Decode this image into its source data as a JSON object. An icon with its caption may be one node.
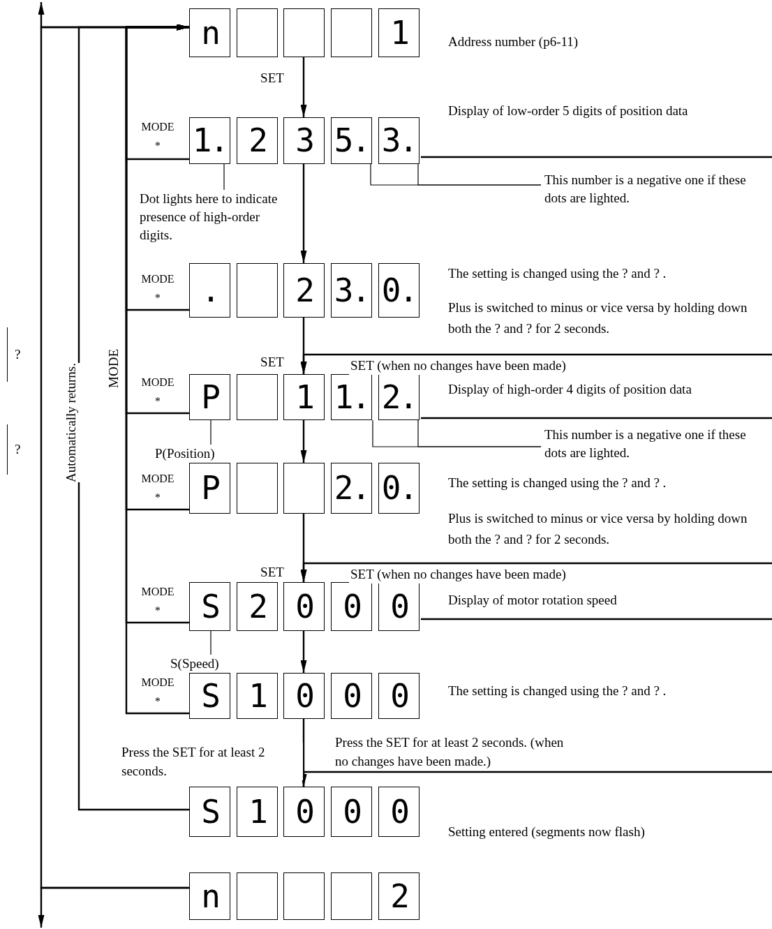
{
  "diagram": {
    "nodes": [
      {
        "text": [
          "n",
          "1"
        ],
        "beside": [
          "Address number (p6-11)"
        ]
      },
      {
        "text": [
          "1.",
          "2",
          "3",
          "5.",
          "3."
        ],
        "beside": [
          "Display of low-order 5 digits of position data"
        ]
      },
      {
        "text": [
          "Dot lights here to indicate presence of high-order digits."
        ]
      },
      {
        "text": [
          "This number is a negative one if these dots are lighted."
        ]
      },
      {
        "text": [
          ".",
          "2",
          "3.",
          "0."
        ],
        "beside": [
          "The setting is changed using the ? and ? .",
          "Plus is switched to minus or vice versa by holding down both the ? and ? for 2 seconds."
        ]
      },
      {
        "text": [
          "P",
          "1",
          "1.",
          "2."
        ],
        "beside": [
          "Display of high-order 4 digits of position data"
        ]
      },
      {
        "text": [
          "P(Position)"
        ]
      },
      {
        "text": [
          "This number is a negative one if these dots are lighted."
        ]
      },
      {
        "text": [
          "P",
          "2.",
          "0."
        ],
        "beside": [
          "The setting is changed using the ? and ? .",
          "Plus is switched to minus or vice versa by holding down both the ? and ? for 2 seconds."
        ]
      },
      {
        "text": [
          "S",
          "2",
          "0",
          "0",
          "0"
        ],
        "beside": [
          "Display of motor rotation speed"
        ]
      },
      {
        "text": [
          "S(Speed)"
        ]
      },
      {
        "text": [
          "S",
          "1",
          "0",
          "0",
          "0"
        ],
        "beside": [
          "The setting is changed using the ? and ? ."
        ]
      },
      {
        "text": [
          "S",
          "1",
          "0",
          "0",
          "0"
        ],
        "beside": [
          "Setting entered (segments now flash)"
        ]
      },
      {
        "text": [
          "n",
          "2"
        ]
      }
    ],
    "edges": [
      {
        "from": 0,
        "to": 1,
        "arrow": "to",
        "label": "SET"
      },
      {
        "from": 1,
        "to": 4,
        "arrow": "to"
      },
      {
        "from": 1,
        "to": null,
        "arrow": "none"
      },
      {
        "from": 4,
        "to": 5,
        "arrow": "to",
        "label": "SET"
      },
      {
        "from": null,
        "to": 5,
        "arrow": "to",
        "label": "SET (when no changes have been made)"
      },
      {
        "from": 5,
        "to": 8,
        "arrow": "to"
      },
      {
        "from": 5,
        "to": null,
        "arrow": "none"
      },
      {
        "from": 8,
        "to": 9,
        "arrow": "to",
        "label": "SET"
      },
      {
        "from": null,
        "to": 9,
        "arrow": "to",
        "label": "SET (when no changes have been made)"
      },
      {
        "from": 9,
        "to": 11,
        "arrow": "to"
      },
      {
        "from": 9,
        "to": null,
        "arrow": "none"
      },
      {
        "from": 11,
        "to": 12,
        "arrow": "to",
        "label": "Press the SET for at least 2 seconds."
      },
      {
        "from": null,
        "to": 12,
        "arrow": "to",
        "label": "Press the SET for at least 2 seconds. (when no changes have been made.)"
      },
      {
        "from": 1,
        "to": 0,
        "arrow": "to",
        "label": "MODE *"
      },
      {
        "from": 4,
        "to": 0,
        "arrow": "to",
        "label": "MODE *"
      },
      {
        "from": 5,
        "to": 0,
        "arrow": "to",
        "label": "MODE *"
      },
      {
        "from": 8,
        "to": 0,
        "arrow": "to",
        "label": "MODE *"
      },
      {
        "from": 9,
        "to": 0,
        "arrow": "to",
        "label": "MODE *"
      },
      {
        "from": 11,
        "to": 0,
        "arrow": "to",
        "label": "MODE *"
      },
      {
        "from": 12,
        "to": 0,
        "arrow": "to",
        "label": "Automatically returns."
      },
      {
        "from": 13,
        "to": 0,
        "arrow": "to"
      },
      {
        "from": 0,
        "to": null,
        "arrow": "to"
      },
      {
        "from": 13,
        "to": null,
        "arrow": "to"
      },
      {
        "from": 2,
        "to": 1,
        "arrow": "none"
      },
      {
        "from": 3,
        "to": 1,
        "arrow": "none"
      },
      {
        "from": 3,
        "to": 1,
        "arrow": "none"
      },
      {
        "from": 6,
        "to": 5,
        "arrow": "none"
      },
      {
        "from": 7,
        "to": 5,
        "arrow": "none"
      },
      {
        "from": 7,
        "to": 5,
        "arrow": "none"
      },
      {
        "from": 10,
        "to": 9,
        "arrow": "none"
      }
    ],
    "labels": [
      "?",
      "?",
      "MODE"
    ]
  }
}
